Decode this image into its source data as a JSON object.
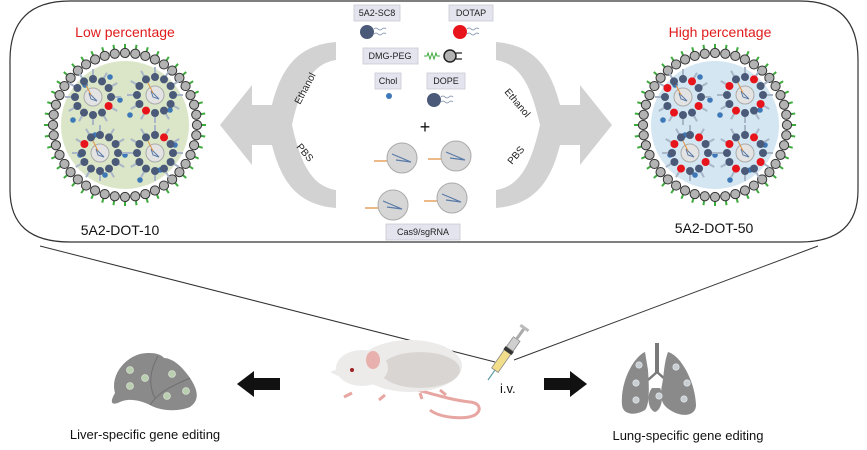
{
  "figure": {
    "panel": {
      "left": {
        "title": "Low percentage",
        "nanoparticle_label": "5A2-DOT-10",
        "core_color": "#dbe6c8",
        "dotap_count_per_cluster": 1
      },
      "right": {
        "title": "High percentage",
        "nanoparticle_label": "5A2-DOT-50",
        "core_color": "#d3e6f1",
        "dotap_count_per_cluster": 4
      },
      "components": [
        {
          "name": "5A2-SC8",
          "head_color": "#4a5a78"
        },
        {
          "name": "DOTAP",
          "head_color": "#e8141b"
        },
        {
          "name": "DMG-PEG",
          "head_color": "#b3b3b3"
        },
        {
          "name": "Chol",
          "head_color": "#3d78b8"
        },
        {
          "name": "DOPE",
          "head_color": "#4a5a78"
        }
      ],
      "plus_sign": "+",
      "cargo_label": "Cas9/sgRNA",
      "arrow_labels": {
        "top": "Ethanol",
        "bottom": "PBS"
      }
    },
    "bottom": {
      "left_label": "Liver-specific gene editing",
      "right_label": "Lung-specific gene editing",
      "route_label": "i.v."
    },
    "colors": {
      "title_red": "#e01b1b",
      "arrow_gray": "#d2d2d2",
      "peg_green": "#3daa3d",
      "organ_gray": "#8a8a8a"
    }
  }
}
